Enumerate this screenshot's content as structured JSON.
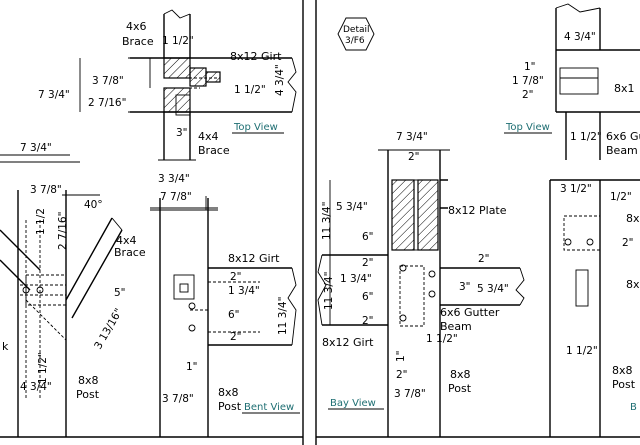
{
  "detail_tag": {
    "line1": "Detail",
    "line2": "3/F6"
  },
  "top_view": {
    "caption": "Top View",
    "brace_label": "4x6\nBrace",
    "brace_width": "1 1/2\"",
    "girt_label": "8x12 Girt",
    "dim_overall": "7 3/4\"",
    "dim_a": "3 7/8\"",
    "dim_b": "2 7/16\"",
    "dim_c": "1 1/2\"",
    "dim_d": "4 3/4\"",
    "dim_e": "3\"",
    "post_label": "4x4\nBrace",
    "dim_bottom": "3 3/4\""
  },
  "left_view": {
    "dim_top": "7 3/4\"",
    "dim_a": "3 7/8\"",
    "dim_b": "1 1/2",
    "dim_c": "2 7/16\"",
    "angle": "40°",
    "brace_label": "4x4\nBrace",
    "dim_d": "5\"",
    "dim_e": "3 13/16\"",
    "dim_f": "1 1/2\"",
    "dim_g": "4 3/4\"",
    "post_label": "8x8\nPost",
    "edge_k": "k"
  },
  "bent_view": {
    "caption": "Bent View",
    "dim_top": "7 7/8\"",
    "girt_label": "8x12 Girt",
    "dim_a": "2\"",
    "dim_b": "1 3/4\"",
    "dim_c": "11 3/4\"",
    "dim_d": "6\"",
    "dim_e": "2\"",
    "dim_f": "1\"",
    "dim_g": "3 7/8\"",
    "post_label": "8x8\nPost"
  },
  "bay_view": {
    "caption": "Bay View",
    "dim_top": "7 3/4\"",
    "dim_a": "2\"",
    "plate_label": "8x12 Plate",
    "dim_b": "5 3/4\"",
    "dim_c": "11 3/4\"",
    "dim_d": "6\"",
    "dim_e": "2\"",
    "dim_f": "1 3/4\"",
    "dim_g": "11 3/4\"",
    "dim_h": "6\"",
    "dim_i": "2\"",
    "dim_j": "2\"",
    "dim_k": "3\"",
    "dim_l": "5 3/4\"",
    "gutter_label": "6x6 Gutter\nBeam",
    "dim_m": "1 1/2\"",
    "girt_label": "8x12 Girt",
    "dim_n": "1\"",
    "dim_o": "2\"",
    "dim_p": "3 7/8\"",
    "post_label": "8x8\nPost"
  },
  "right_view": {
    "caption": "Top View",
    "dim_a": "4 3/4\"",
    "dim_b": "1\"",
    "dim_c": "1 7/8\"",
    "dim_d": "2\"",
    "label_8x": "8x1",
    "dim_e": "1 1/2\"",
    "gutter_label": "6x6 Gu\nBeam",
    "dim_f": "3 1/2\"",
    "dim_g": "1/2\"",
    "dim_h": "2\"",
    "label_8x_b": "8x",
    "dim_i": "1 1/2\"",
    "post_label": "8x8\nPost",
    "label_8x_c": "8x",
    "caption_b": "B"
  }
}
